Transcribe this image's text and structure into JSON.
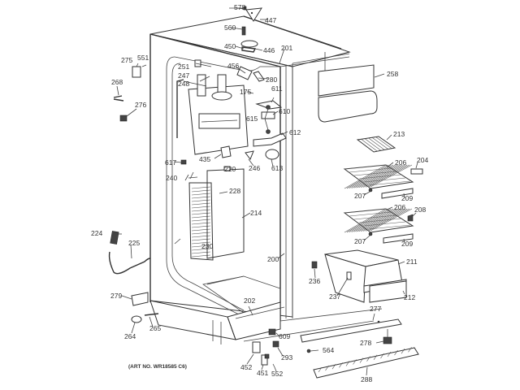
{
  "diagram": {
    "title": "Refrigerator freezer section exploded parts diagram",
    "art_number": "(ART NO. WR18585 C6)",
    "callouts": [
      {
        "id": "c578",
        "text": "578"
      },
      {
        "id": "c447",
        "text": "447"
      },
      {
        "id": "c560",
        "text": "560"
      },
      {
        "id": "c450",
        "text": "450"
      },
      {
        "id": "c446",
        "text": "446"
      },
      {
        "id": "c201",
        "text": "201"
      },
      {
        "id": "c456",
        "text": "456"
      },
      {
        "id": "c280",
        "text": "280"
      },
      {
        "id": "c275",
        "text": "275"
      },
      {
        "id": "c551",
        "text": "551"
      },
      {
        "id": "c251",
        "text": "251"
      },
      {
        "id": "c247",
        "text": "247"
      },
      {
        "id": "c248",
        "text": "248"
      },
      {
        "id": "c268",
        "text": "268"
      },
      {
        "id": "c276",
        "text": "276"
      },
      {
        "id": "c175",
        "text": "175"
      },
      {
        "id": "c611",
        "text": "611"
      },
      {
        "id": "c610",
        "text": "610"
      },
      {
        "id": "c615",
        "text": "615"
      },
      {
        "id": "c612",
        "text": "612"
      },
      {
        "id": "c617",
        "text": "617"
      },
      {
        "id": "c435",
        "text": "435"
      },
      {
        "id": "c246",
        "text": "246"
      },
      {
        "id": "c613",
        "text": "613"
      },
      {
        "id": "c220",
        "text": "220"
      },
      {
        "id": "c240",
        "text": "240"
      },
      {
        "id": "c228",
        "text": "228"
      },
      {
        "id": "c214",
        "text": "214"
      },
      {
        "id": "c258",
        "text": "258"
      },
      {
        "id": "c213",
        "text": "213"
      },
      {
        "id": "c206a",
        "text": "206"
      },
      {
        "id": "c204",
        "text": "204"
      },
      {
        "id": "c207a",
        "text": "207"
      },
      {
        "id": "c209a",
        "text": "209"
      },
      {
        "id": "c206b",
        "text": "206"
      },
      {
        "id": "c208",
        "text": "208"
      },
      {
        "id": "c207b",
        "text": "207"
      },
      {
        "id": "c209b",
        "text": "209"
      },
      {
        "id": "c224",
        "text": "224"
      },
      {
        "id": "c225",
        "text": "225"
      },
      {
        "id": "c230",
        "text": "230"
      },
      {
        "id": "c200",
        "text": "200"
      },
      {
        "id": "c211",
        "text": "211"
      },
      {
        "id": "c236",
        "text": "236"
      },
      {
        "id": "c237",
        "text": "237"
      },
      {
        "id": "c212",
        "text": "212"
      },
      {
        "id": "c279",
        "text": "279"
      },
      {
        "id": "c202",
        "text": "202"
      },
      {
        "id": "c277",
        "text": "277"
      },
      {
        "id": "c264",
        "text": "264"
      },
      {
        "id": "c265",
        "text": "265"
      },
      {
        "id": "c609",
        "text": "609"
      },
      {
        "id": "c293",
        "text": "293"
      },
      {
        "id": "c564",
        "text": "564"
      },
      {
        "id": "c278",
        "text": "278"
      },
      {
        "id": "c452",
        "text": "452"
      },
      {
        "id": "c451",
        "text": "451"
      },
      {
        "id": "c552",
        "text": "552"
      },
      {
        "id": "c288",
        "text": "288"
      }
    ]
  }
}
